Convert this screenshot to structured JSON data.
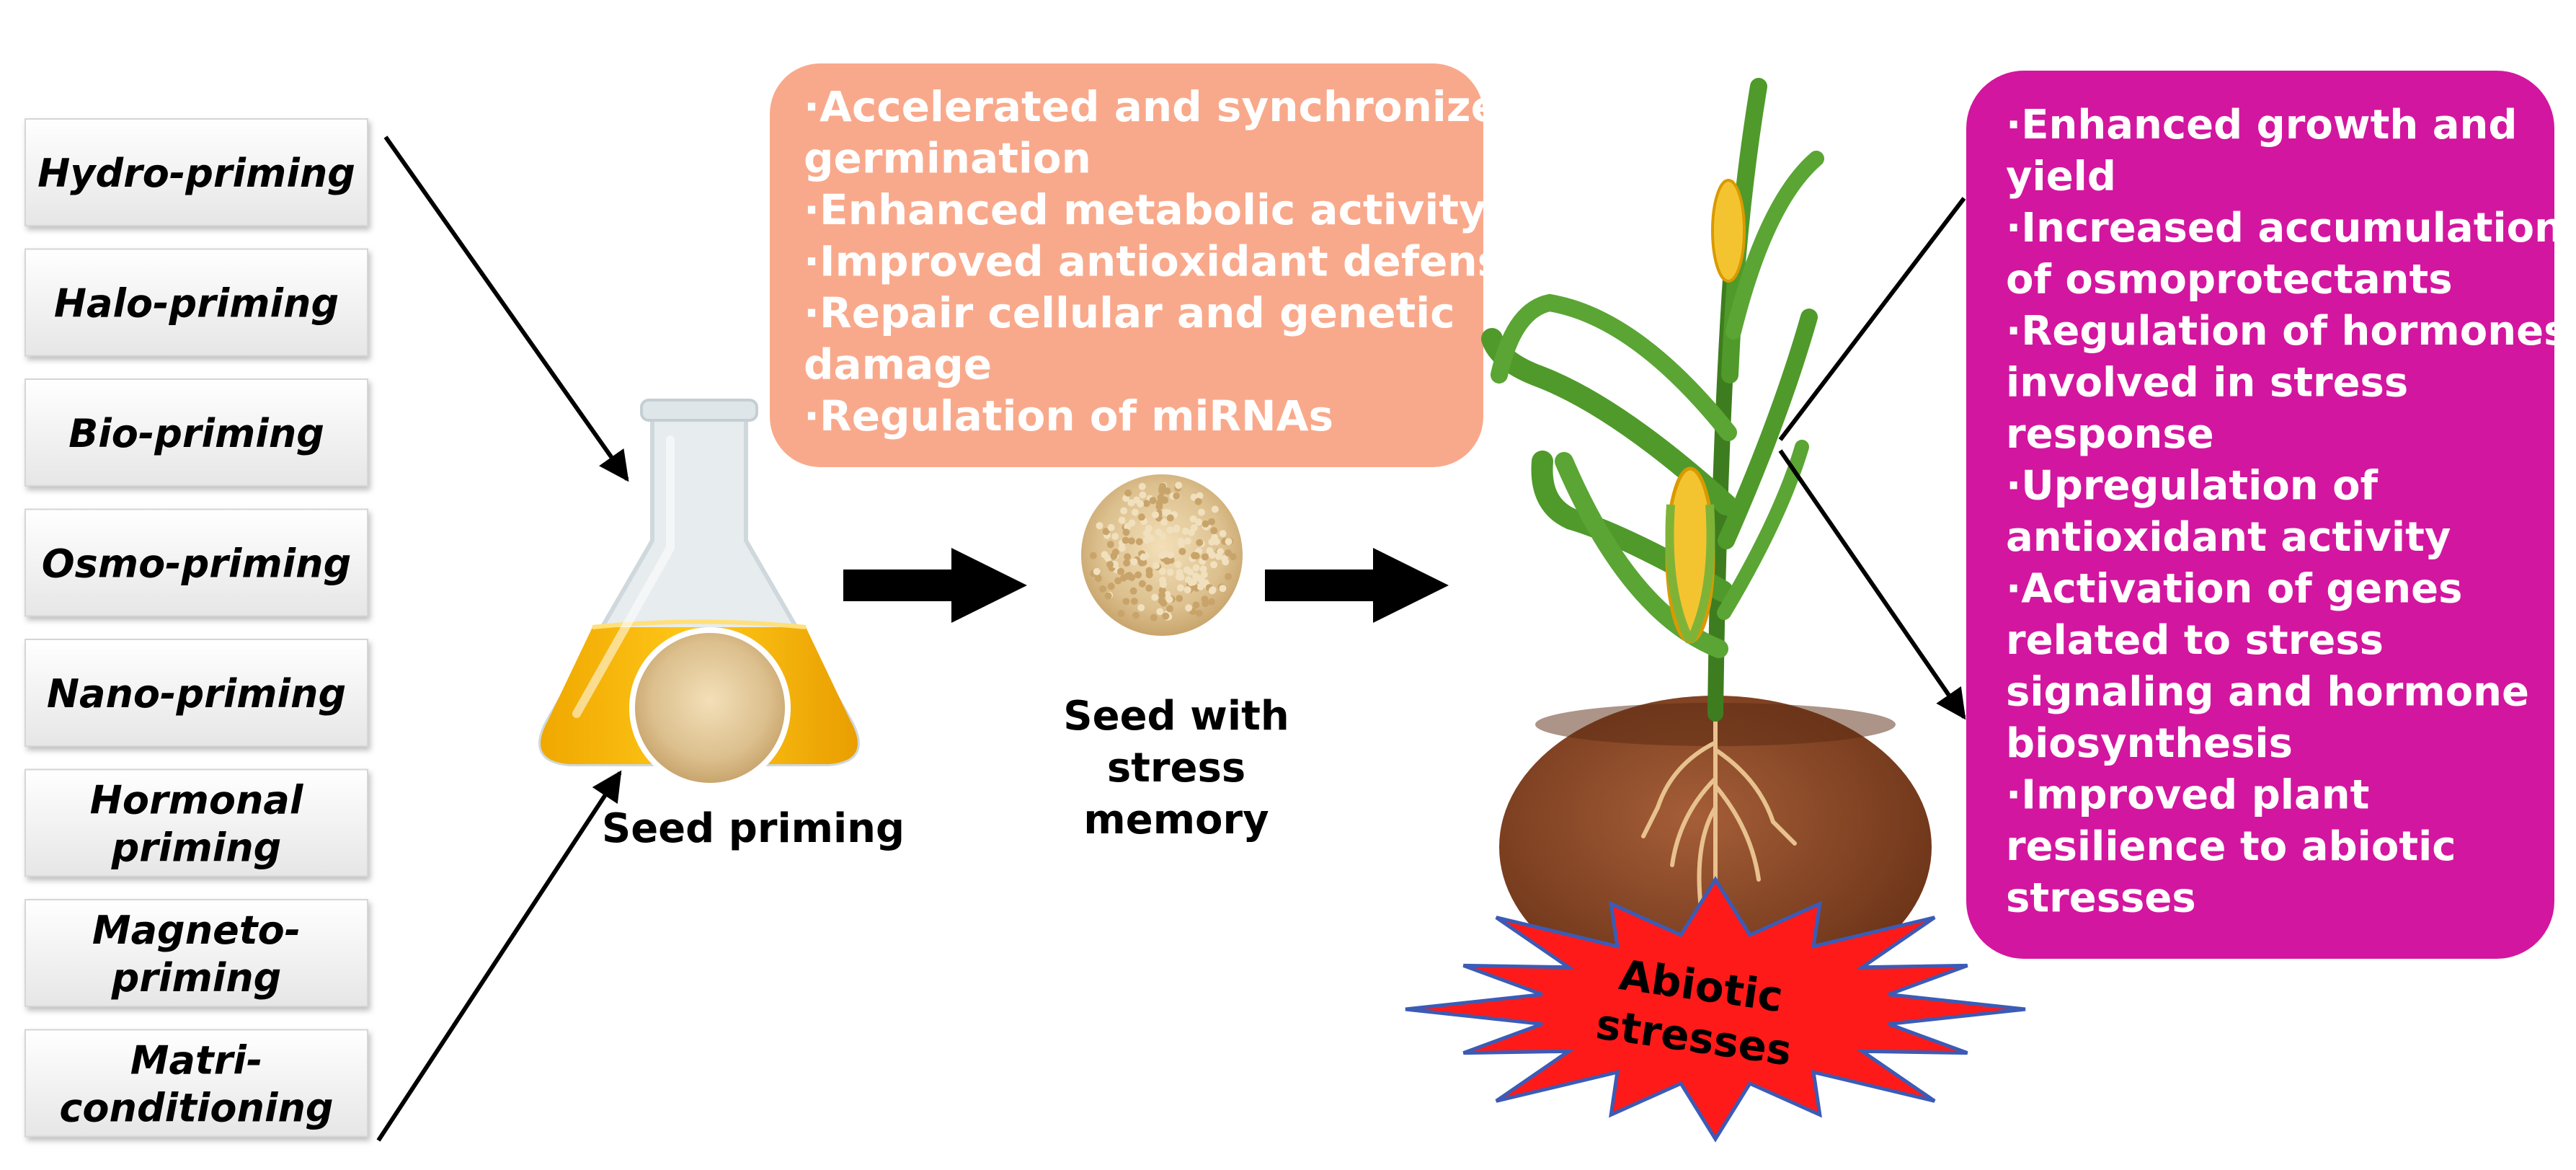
{
  "priming_methods": [
    {
      "label": [
        "Hydro-priming"
      ]
    },
    {
      "label": [
        "Halo-priming"
      ]
    },
    {
      "label": [
        "Bio-priming"
      ]
    },
    {
      "label": [
        "Osmo-priming"
      ]
    },
    {
      "label": [
        "Nano-priming"
      ]
    },
    {
      "label": [
        "Hormonal",
        "priming"
      ]
    },
    {
      "label": [
        "Magneto-",
        "priming"
      ]
    },
    {
      "label": [
        "Matri-",
        "conditioning"
      ]
    }
  ],
  "seed_priming_label": "Seed priming",
  "seed_memory_label": [
    "Seed with",
    "stress",
    "memory"
  ],
  "priming_benefits": {
    "color": "#f9a98b",
    "lines": [
      "·Accelerated and synchronized",
      "germination",
      "·Enhanced metabolic activity",
      "·Improved antioxidant defense",
      "·Repair cellular and genetic",
      "damage",
      "·Regulation of miRNAs"
    ]
  },
  "plant_outcomes": {
    "color": "#d3169f",
    "lines": [
      "·Enhanced growth and",
      "yield",
      "·Increased accumulation",
      "of osmoprotectants",
      "·Regulation of hormones",
      "involved in stress",
      "response",
      "·Upregulation of",
      "antioxidant activity",
      "·Activation of genes",
      "related to stress",
      "signaling and hormone",
      "biosynthesis",
      "·Improved plant",
      "resilience to abiotic",
      "stresses"
    ]
  },
  "stress_burst": {
    "label": [
      "Abiotic",
      "stresses"
    ],
    "color": "#ff1a1a"
  },
  "colors": {
    "solution": "#f5b800",
    "soil": "#8b4a2a",
    "leaf": "#4f9a2a",
    "corn": "#f4c430",
    "seed": "#e2c592"
  }
}
